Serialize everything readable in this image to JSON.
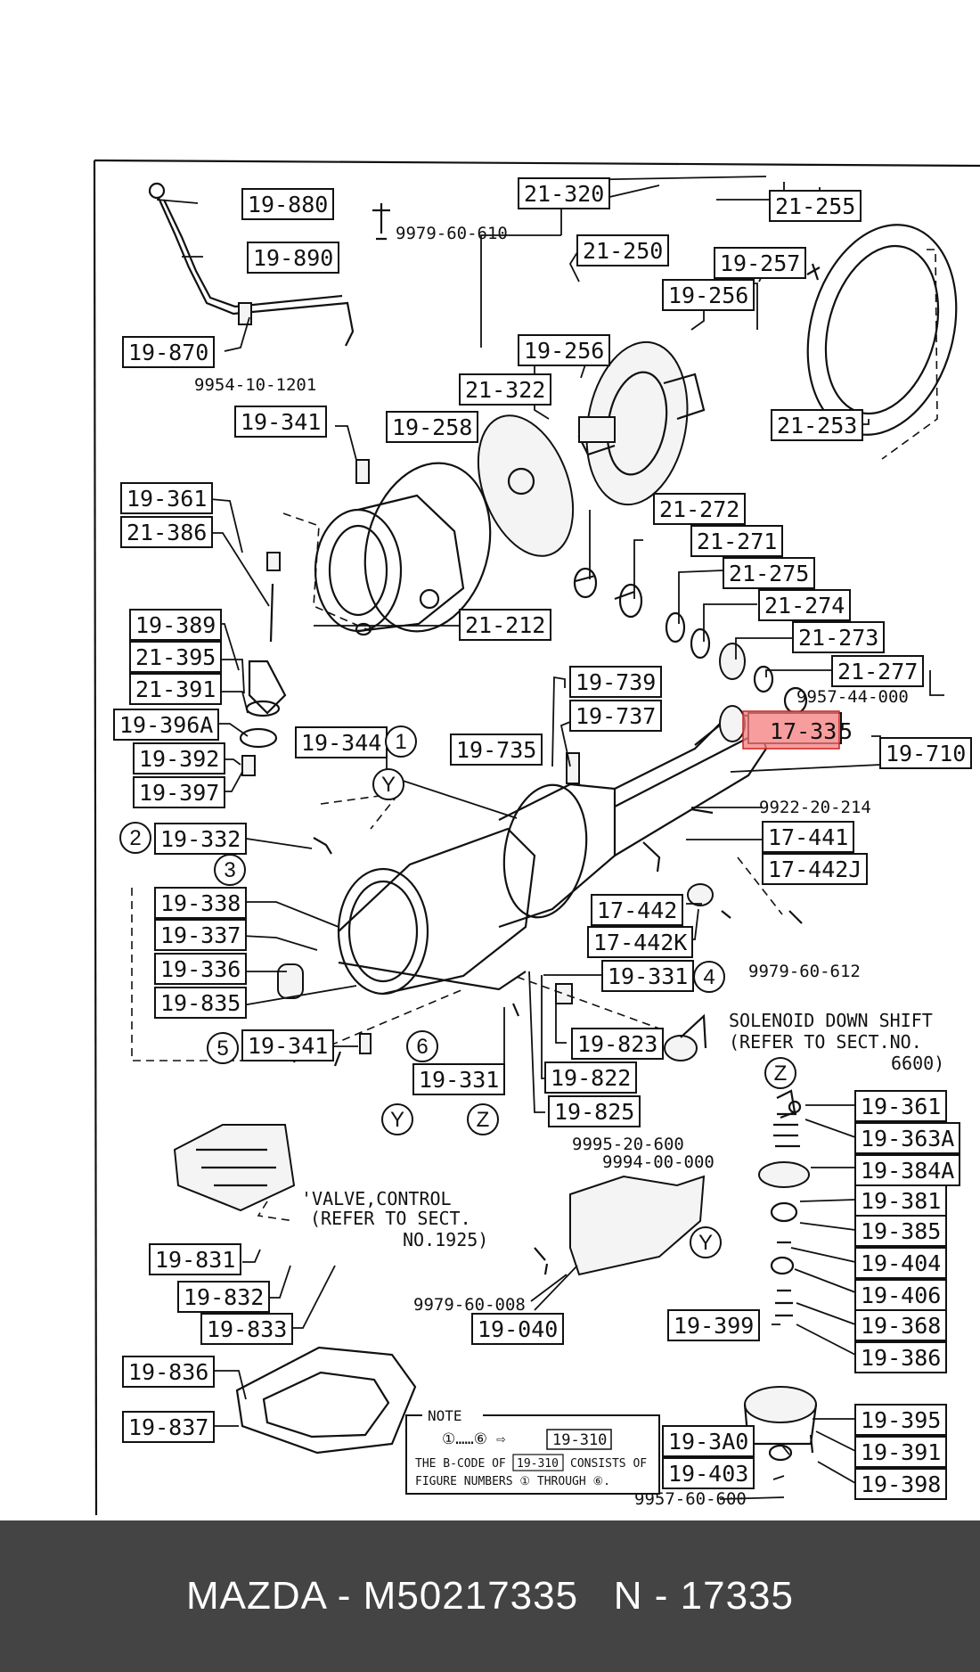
{
  "diagram": {
    "part_labels": [
      "19-880",
      "19-890",
      "19-870",
      "21-320",
      "21-250",
      "21-255",
      "19-257",
      "19-256",
      "19-256",
      "21-322",
      "21-253",
      "19-341",
      "19-258",
      "19-361",
      "21-386",
      "21-212",
      "21-272",
      "21-271",
      "21-275",
      "21-274",
      "21-273",
      "21-277",
      "19-389",
      "21-395",
      "21-391",
      "19-396A",
      "19-392",
      "19-397",
      "19-344",
      "19-735",
      "19-739",
      "19-737",
      "17-335",
      "19-710",
      "19-332",
      "17-441",
      "17-442J",
      "19-338",
      "19-337",
      "19-336",
      "19-835",
      "17-442",
      "17-442K",
      "19-331",
      "19-341",
      "19-823",
      "19-331",
      "19-822",
      "19-825",
      "19-361",
      "19-363A",
      "19-384A",
      "19-381",
      "19-385",
      "19-404",
      "19-406",
      "19-368",
      "19-386",
      "19-831",
      "19-832",
      "19-833",
      "19-040",
      "19-399",
      "19-836",
      "19-837",
      "19-395",
      "19-391",
      "19-3A0",
      "19-398",
      "19-403",
      "19-310"
    ],
    "plain_labels": [
      "9979-60-610",
      "9954-10-1201",
      "9957-44-000",
      "9922-20-214",
      "9979-60-612",
      "9995-20-600",
      "9994-00-000",
      "9979-60-008",
      "9957-60-600"
    ],
    "highlight_label": "17-33",
    "highlight_suffix": "5",
    "circle_markers": [
      "1",
      "2",
      "3",
      "4",
      "5",
      "6",
      "Y",
      "Y",
      "Y",
      "Z",
      "Z"
    ],
    "solenoid_note": [
      "SOLENOID DOWN SHIFT",
      "(REFER TO SECT.NO.",
      "6600)"
    ],
    "valve_note": [
      "'VALVE,CONTROL",
      "(REFER TO SECT.",
      "NO.1925)"
    ],
    "note_box": {
      "title": "NOTE",
      "line1_left": "①……⑥ ⇨",
      "line1_code": "19-310",
      "line2_a": "THE B-CODE OF",
      "line2_b": "CONSISTS OF",
      "line3": "FIGURE NUMBERS ① THROUGH ⑥."
    }
  },
  "footer": {
    "text": "MAZDA - M50217335   N - 17335"
  }
}
